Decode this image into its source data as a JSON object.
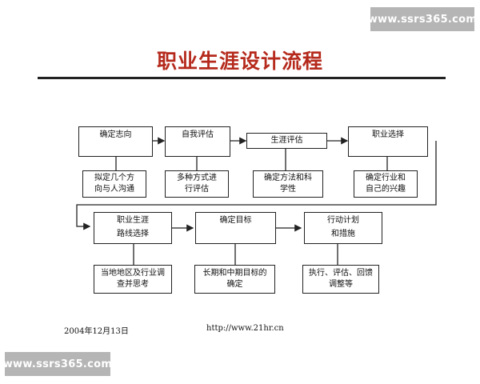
{
  "title": "职业生涯设计流程",
  "watermark": "www.ssrs365.com",
  "stage1": [
    {
      "label": "确定志向",
      "detail": [
        "拟定几个方",
        "向与人沟通"
      ]
    },
    {
      "label": "自我评估",
      "detail": [
        "多种方式进",
        "行评估"
      ]
    },
    {
      "label": "生涯评估",
      "detail": [
        "确定方法和科",
        "学性"
      ]
    },
    {
      "label": "职业选择",
      "detail": [
        "确定行业和",
        "自己的兴趣"
      ]
    }
  ],
  "stage2": [
    {
      "label": [
        "职业生涯",
        "路线选择"
      ],
      "detail": [
        "当地地区及行业调",
        "查并思考"
      ]
    },
    {
      "label": [
        "确定目标"
      ],
      "detail": [
        "长期和中期目标的",
        "确定"
      ]
    },
    {
      "label": [
        "行动计划",
        "和措施"
      ],
      "detail": [
        "执行、评估、回馈",
        "调整等"
      ]
    }
  ],
  "footer": {
    "date": "2004年12月13日",
    "url": "http://www.21hr.cn"
  },
  "colors": {
    "title": "#b52a1c",
    "watermark_bg": "#b5b5b5"
  }
}
